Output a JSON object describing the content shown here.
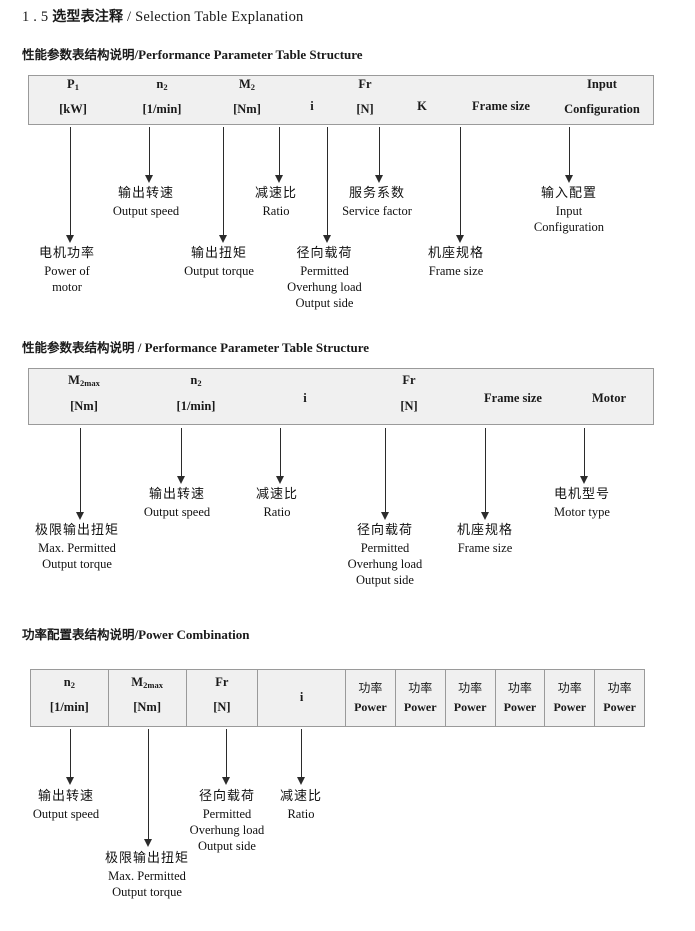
{
  "document": {
    "title_number": "1 . 5",
    "title_cn": "选型表注释",
    "title_sep": "/",
    "title_en": "Selection Table Explanation"
  },
  "sections": [
    {
      "id": "sec1",
      "heading_cn": "性能参数表结构说明",
      "heading_sep": "/",
      "heading_en": "Performance Parameter Table Structure",
      "table": {
        "columns": [
          {
            "line1": "P",
            "sub1": "1",
            "line2": "[kW]"
          },
          {
            "line1": "n",
            "sub1": "2",
            "line2": "[1/min]"
          },
          {
            "line1": "M",
            "sub1": "2",
            "line2": "[Nm]"
          },
          {
            "line1": "i",
            "sub1": "",
            "line2": ""
          },
          {
            "line1": "Fr",
            "sub1": "",
            "line2": "[N]"
          },
          {
            "line1": "K",
            "sub1": "",
            "line2": ""
          },
          {
            "line1": "Frame size",
            "sub1": "",
            "line2": ""
          },
          {
            "line1": "Input",
            "sub1": "",
            "line2": "Configuration"
          }
        ]
      },
      "notes": [
        {
          "cn": "电机功率",
          "en": [
            "Power of",
            "motor"
          ]
        },
        {
          "cn": "输出转速",
          "en": [
            "Output speed"
          ]
        },
        {
          "cn": "输出扭矩",
          "en": [
            "Output torque"
          ]
        },
        {
          "cn": "减速比",
          "en": [
            "Ratio"
          ]
        },
        {
          "cn": "径向载荷",
          "en": [
            "Permitted",
            "Overhung load",
            "Output side"
          ]
        },
        {
          "cn": "服务系数",
          "en": [
            "Service factor"
          ]
        },
        {
          "cn": "机座规格",
          "en": [
            "Frame size"
          ]
        },
        {
          "cn": "输入配置",
          "en": [
            "Input",
            "Configuration"
          ]
        }
      ]
    },
    {
      "id": "sec2",
      "heading_cn": "性能参数表结构说明",
      "heading_sep": "/",
      "heading_en": "Performance Parameter Table Structure",
      "table": {
        "columns": [
          {
            "line1": "M",
            "sub1": "2max",
            "line2": "[Nm]"
          },
          {
            "line1": "n",
            "sub1": "2",
            "line2": "[1/min]"
          },
          {
            "line1": "i",
            "sub1": "",
            "line2": ""
          },
          {
            "line1": "Fr",
            "sub1": "",
            "line2": "[N]"
          },
          {
            "line1": "Frame size",
            "sub1": "",
            "line2": ""
          },
          {
            "line1": "Motor",
            "sub1": "",
            "line2": ""
          }
        ]
      },
      "notes": [
        {
          "cn": "极限输出扭矩",
          "en": [
            "Max. Permitted",
            "Output  torque"
          ]
        },
        {
          "cn": "输出转速",
          "en": [
            "Output speed"
          ]
        },
        {
          "cn": "减速比",
          "en": [
            "Ratio"
          ]
        },
        {
          "cn": "径向载荷",
          "en": [
            "Permitted",
            "Overhung load",
            "Output side"
          ]
        },
        {
          "cn": "机座规格",
          "en": [
            "Frame size"
          ]
        },
        {
          "cn": "电机型号",
          "en": [
            "Motor type"
          ]
        }
      ]
    },
    {
      "id": "sec3",
      "heading_cn": "功率配置表结构说明",
      "heading_sep": "/",
      "heading_en": "Power Combination",
      "table": {
        "columns": [
          {
            "line1": "n",
            "sub1": "2",
            "line2": "[1/min]"
          },
          {
            "line1": "M",
            "sub1": "2max",
            "line2": "[Nm]"
          },
          {
            "line1": "Fr",
            "sub1": "",
            "line2": "[N]"
          },
          {
            "line1": "i",
            "sub1": "",
            "line2": ""
          },
          {
            "line1": "功率",
            "sub1": "",
            "line2": "Power"
          },
          {
            "line1": "功率",
            "sub1": "",
            "line2": "Power"
          },
          {
            "line1": "功率",
            "sub1": "",
            "line2": "Power"
          },
          {
            "line1": "功率",
            "sub1": "",
            "line2": "Power"
          },
          {
            "line1": "功率",
            "sub1": "",
            "line2": "Power"
          },
          {
            "line1": "功率",
            "sub1": "",
            "line2": "Power"
          }
        ]
      },
      "notes": [
        {
          "cn": "输出转速",
          "en": [
            "Output speed"
          ]
        },
        {
          "cn": "极限输出扭矩",
          "en": [
            "Max. Permitted",
            "Output  torque"
          ]
        },
        {
          "cn": "径向载荷",
          "en": [
            "Permitted",
            "Overhung load",
            "Output side"
          ]
        },
        {
          "cn": "减速比",
          "en": [
            "Ratio"
          ]
        }
      ]
    }
  ],
  "colors": {
    "table_fill": "#f0f0f0",
    "table_border": "#9a9a9a",
    "arrow": "#2b2b2b",
    "text": "#111111"
  }
}
